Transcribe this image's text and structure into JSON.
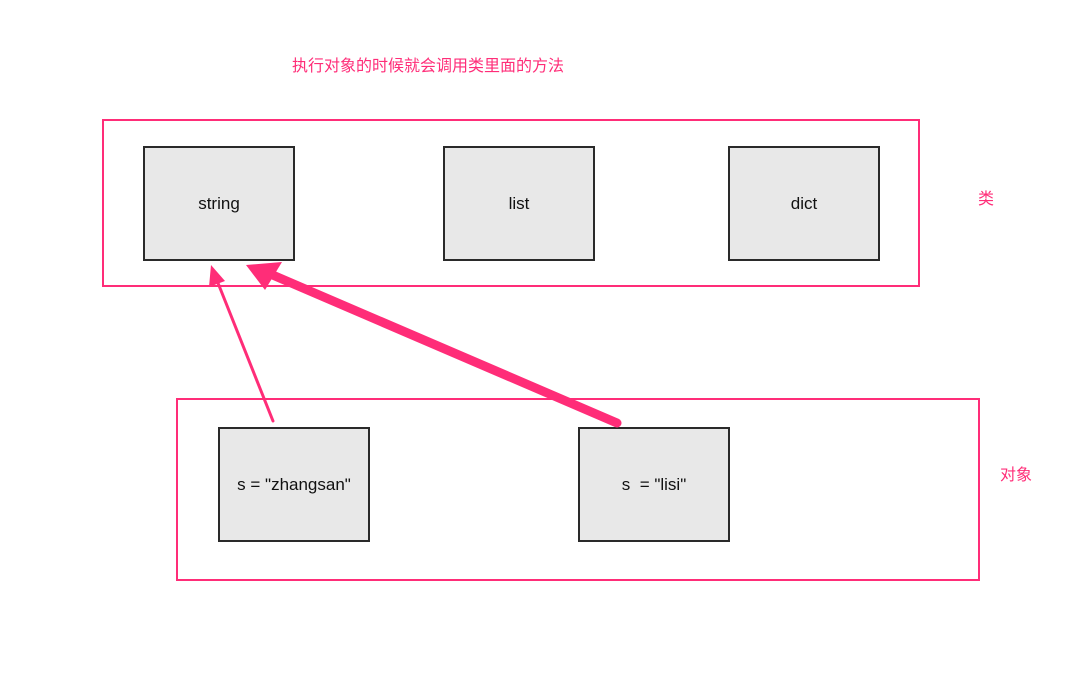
{
  "title": "执行对象的时候就会调用类里面的方法",
  "groups": {
    "class_label": "类",
    "object_label": "对象"
  },
  "classes": {
    "string": "string",
    "list": "list",
    "dict": "dict"
  },
  "objects": {
    "zhangsan": "s = \"zhangsan\"",
    "lisi": "s  = \"lisi\""
  },
  "colors": {
    "accent": "#ff2d78",
    "node_fill": "#e8e8e8",
    "node_border": "#2a2a2a"
  }
}
